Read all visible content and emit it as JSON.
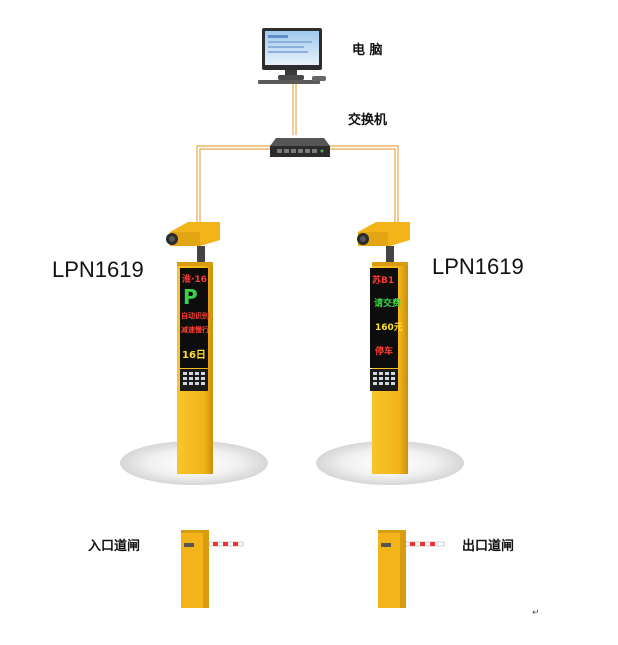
{
  "labels": {
    "computer": "电 脑",
    "switch": "交换机",
    "entrance_gate": "入口道闸",
    "exit_gate": "出口道闸"
  },
  "cameras": [
    {
      "model": "LPN1619",
      "display": {
        "top": "淮·16",
        "big": "P",
        "lines": [
          "自动识别",
          "减速慢行"
        ],
        "bottom": "16日"
      }
    },
    {
      "model": "LPN1619",
      "display": {
        "top": "苏B1",
        "lines": [
          "请交费",
          "160元",
          "停车"
        ]
      }
    }
  ],
  "gate_arm_text": "",
  "colors": {
    "post": "#f2b418",
    "cable": "#e8a94a",
    "led_green": "#39d34a",
    "led_red": "#ff3b2f",
    "led_yellow": "#ffe02a"
  }
}
